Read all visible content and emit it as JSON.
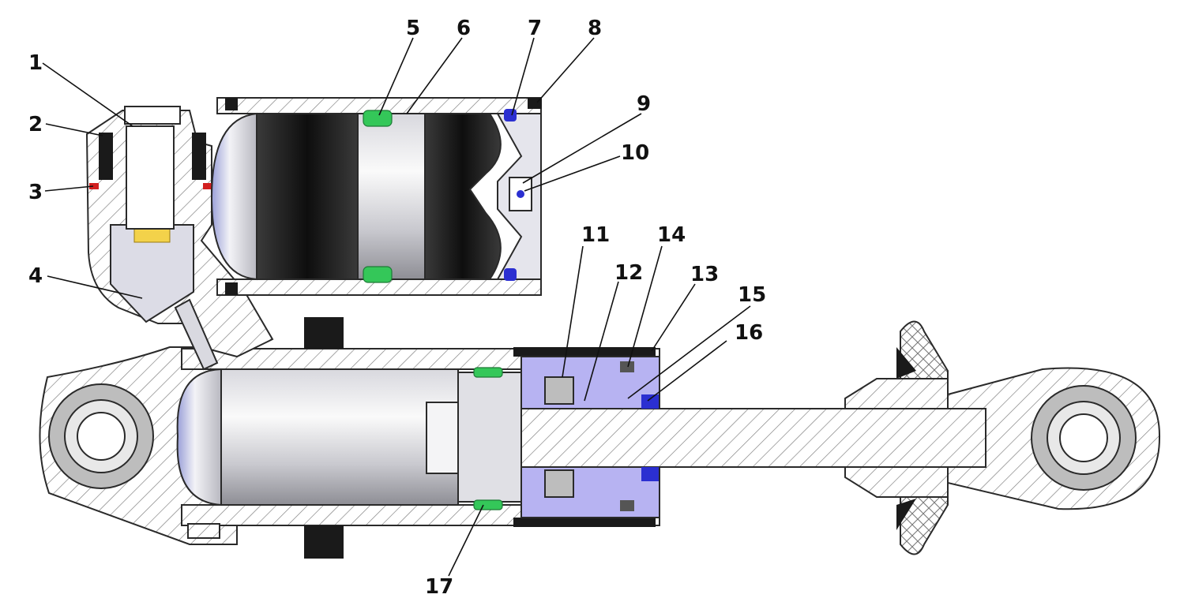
{
  "diagram": {
    "labels": [
      {
        "id": "1",
        "text": "1"
      },
      {
        "id": "2",
        "text": "2"
      },
      {
        "id": "3",
        "text": "3"
      },
      {
        "id": "4",
        "text": "4"
      },
      {
        "id": "5",
        "text": "5"
      },
      {
        "id": "6",
        "text": "6"
      },
      {
        "id": "7",
        "text": "7"
      },
      {
        "id": "8",
        "text": "8"
      },
      {
        "id": "9",
        "text": "9"
      },
      {
        "id": "10",
        "text": "10"
      },
      {
        "id": "11",
        "text": "11"
      },
      {
        "id": "12",
        "text": "12"
      },
      {
        "id": "13",
        "text": "13"
      },
      {
        "id": "14",
        "text": "14"
      },
      {
        "id": "15",
        "text": "15"
      },
      {
        "id": "16",
        "text": "16"
      },
      {
        "id": "17",
        "text": "17"
      }
    ],
    "colors": {
      "hatch": "#7a7a7a",
      "body_light": "#e6e6ea",
      "body_dark": "#1c1c1c",
      "seal_green": "#34c759",
      "seal_blue": "#2b2fd1",
      "gland_lavender": "#b7b3f2",
      "valve_yellow": "#f3d24a",
      "red_ring": "#d21f1f"
    }
  }
}
